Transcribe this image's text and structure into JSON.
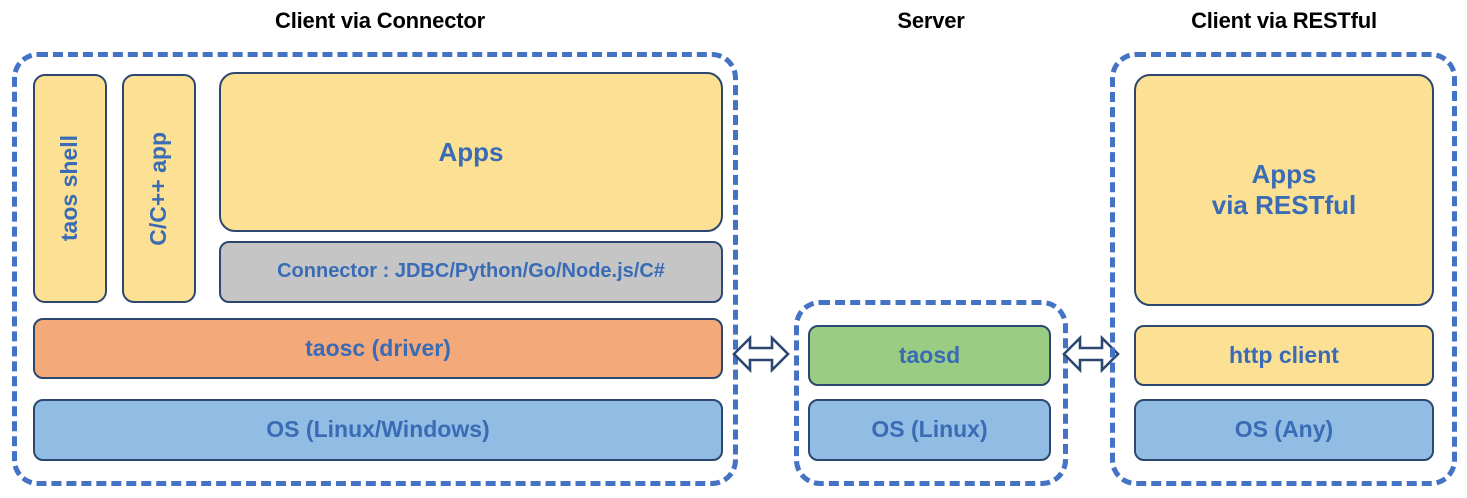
{
  "diagram": {
    "title_font_color": "#000000",
    "accent_dashed_color": "#4472C4",
    "box_border_color": "#2C4770",
    "box_text_color": "#3A6BB5",
    "palette": {
      "yellow": "#FCE094",
      "orange": "#F4A97A",
      "gray": "#C5C5C5",
      "blue": "#91BCE3",
      "green": "#9BCC83"
    }
  },
  "sections": {
    "client_connector": {
      "title": "Client via Connector",
      "boxes": {
        "taos_shell": "taos shell",
        "c_cpp_app": "C/C++ app",
        "apps": "Apps",
        "connector": "Connector : JDBC/Python/Go/Node.js/C#",
        "taosc": "taosc (driver)",
        "os": "OS (Linux/Windows)"
      }
    },
    "server": {
      "title": "Server",
      "boxes": {
        "taosd": "taosd",
        "os": "OS (Linux)"
      }
    },
    "client_restful": {
      "title": "Client via RESTful",
      "boxes": {
        "apps": "Apps\nvia RESTful",
        "http_client": "http client",
        "os": "OS (Any)"
      }
    }
  },
  "connectors": {
    "left_arrow": "bidirectional-arrow",
    "right_arrow": "bidirectional-arrow"
  }
}
